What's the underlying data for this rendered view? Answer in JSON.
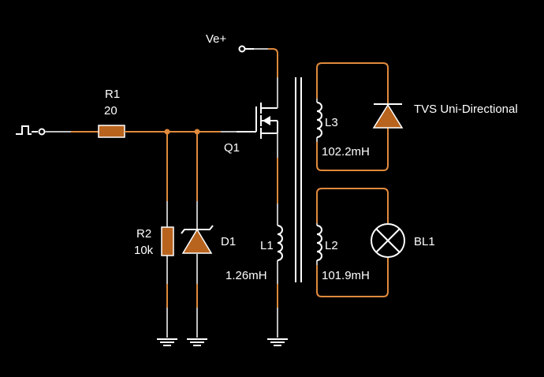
{
  "colors": {
    "background": "#000000",
    "wire": "#e08a3c",
    "lead": "#bfbfbf",
    "component": "#b8641e",
    "text": "#ffffff"
  },
  "icons": {
    "input": "square-pulse-icon",
    "lamp": "lamp-x-icon",
    "ground": "ground-icon"
  },
  "labels": {
    "supply": "Ve+",
    "r1_name": "R1",
    "r1_value": "20",
    "q1": "Q1",
    "r2_name": "R2",
    "r2_value": "10k",
    "d1": "D1",
    "l1_name": "L1",
    "l1_value": "1.26mH",
    "l2_name": "L2",
    "l2_value": "101.9mH",
    "l3_name": "L3",
    "l3_value": "102.2mH",
    "tvs": "TVS Uni-Directional",
    "bl1": "BL1"
  }
}
